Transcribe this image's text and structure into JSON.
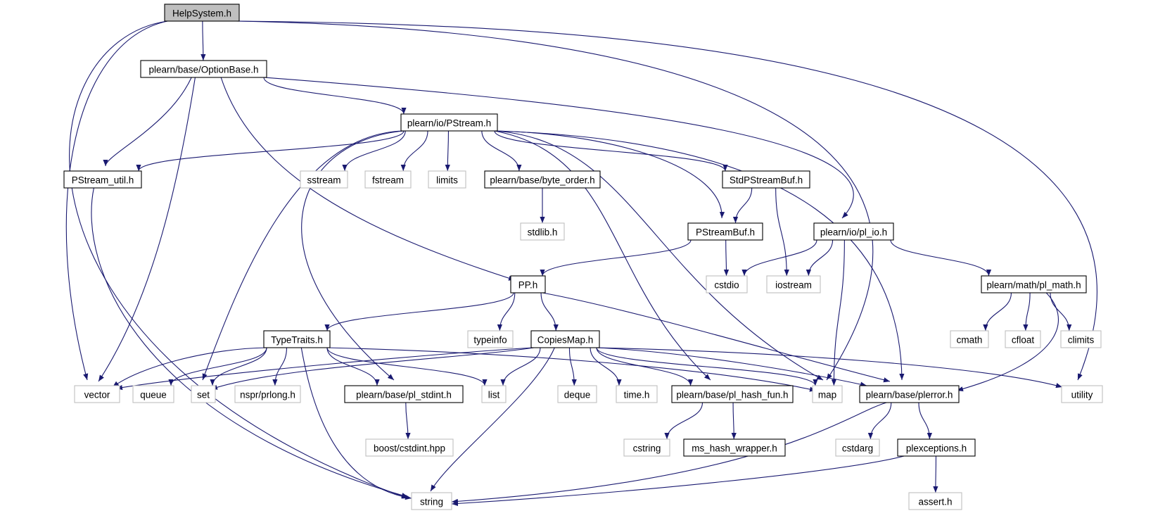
{
  "colors": {
    "edge": "#191970",
    "node_border": "#000000",
    "external_border": "#bfbfbf",
    "root_fill": "#bfbfbf",
    "fill": "#ffffff",
    "text": "#000000"
  },
  "nodes": [
    {
      "id": "helpsystem",
      "label": "HelpSystem.h",
      "kind": "root"
    },
    {
      "id": "optionbase",
      "label": "plearn/base/OptionBase.h",
      "kind": "file"
    },
    {
      "id": "pstream",
      "label": "plearn/io/PStream.h",
      "kind": "file"
    },
    {
      "id": "pstream_util",
      "label": "PStream_util.h",
      "kind": "file"
    },
    {
      "id": "sstream",
      "label": "sstream",
      "kind": "external"
    },
    {
      "id": "fstream",
      "label": "fstream",
      "kind": "external"
    },
    {
      "id": "limits",
      "label": "limits",
      "kind": "external"
    },
    {
      "id": "byte_order",
      "label": "plearn/base/byte_order.h",
      "kind": "file"
    },
    {
      "id": "stdpstreambuf",
      "label": "StdPStreamBuf.h",
      "kind": "file"
    },
    {
      "id": "stdlib",
      "label": "stdlib.h",
      "kind": "external"
    },
    {
      "id": "pstreambuf",
      "label": "PStreamBuf.h",
      "kind": "file"
    },
    {
      "id": "pl_io",
      "label": "plearn/io/pl_io.h",
      "kind": "file"
    },
    {
      "id": "pp",
      "label": "PP.h",
      "kind": "file"
    },
    {
      "id": "cstdio",
      "label": "cstdio",
      "kind": "external"
    },
    {
      "id": "iostream",
      "label": "iostream",
      "kind": "external"
    },
    {
      "id": "pl_math",
      "label": "plearn/math/pl_math.h",
      "kind": "file"
    },
    {
      "id": "typetraits",
      "label": "TypeTraits.h",
      "kind": "file"
    },
    {
      "id": "typeinfo",
      "label": "typeinfo",
      "kind": "external"
    },
    {
      "id": "copiesmap",
      "label": "CopiesMap.h",
      "kind": "file"
    },
    {
      "id": "cmath",
      "label": "cmath",
      "kind": "external"
    },
    {
      "id": "cfloat",
      "label": "cfloat",
      "kind": "external"
    },
    {
      "id": "climits",
      "label": "climits",
      "kind": "external"
    },
    {
      "id": "vector",
      "label": "vector",
      "kind": "external"
    },
    {
      "id": "queue",
      "label": "queue",
      "kind": "external"
    },
    {
      "id": "set",
      "label": "set",
      "kind": "external"
    },
    {
      "id": "prlong",
      "label": "nspr/prlong.h",
      "kind": "external"
    },
    {
      "id": "pl_stdint",
      "label": "plearn/base/pl_stdint.h",
      "kind": "file"
    },
    {
      "id": "list",
      "label": "list",
      "kind": "external"
    },
    {
      "id": "deque",
      "label": "deque",
      "kind": "external"
    },
    {
      "id": "timeh",
      "label": "time.h",
      "kind": "external"
    },
    {
      "id": "pl_hash_fun",
      "label": "plearn/base/pl_hash_fun.h",
      "kind": "file"
    },
    {
      "id": "map",
      "label": "map",
      "kind": "external"
    },
    {
      "id": "plerror",
      "label": "plearn/base/plerror.h",
      "kind": "file"
    },
    {
      "id": "utility",
      "label": "utility",
      "kind": "external"
    },
    {
      "id": "boost_cstdint",
      "label": "boost/cstdint.hpp",
      "kind": "external"
    },
    {
      "id": "cstring",
      "label": "cstring",
      "kind": "external"
    },
    {
      "id": "ms_hash_wrapper",
      "label": "ms_hash_wrapper.h",
      "kind": "file"
    },
    {
      "id": "cstdarg",
      "label": "cstdarg",
      "kind": "external"
    },
    {
      "id": "plexceptions",
      "label": "plexceptions.h",
      "kind": "file"
    },
    {
      "id": "string",
      "label": "string",
      "kind": "external"
    },
    {
      "id": "assert",
      "label": "assert.h",
      "kind": "external"
    }
  ],
  "edges": [
    [
      "helpsystem",
      "optionbase"
    ],
    [
      "helpsystem",
      "vector"
    ],
    [
      "helpsystem",
      "string"
    ],
    [
      "helpsystem",
      "map"
    ],
    [
      "helpsystem",
      "utility"
    ],
    [
      "optionbase",
      "pstream"
    ],
    [
      "optionbase",
      "pstream_util"
    ],
    [
      "optionbase",
      "vector"
    ],
    [
      "optionbase",
      "pp"
    ],
    [
      "optionbase",
      "pl_io"
    ],
    [
      "pstream",
      "pstream_util"
    ],
    [
      "pstream",
      "sstream"
    ],
    [
      "pstream",
      "fstream"
    ],
    [
      "pstream",
      "limits"
    ],
    [
      "pstream",
      "byte_order"
    ],
    [
      "pstream",
      "stdpstreambuf"
    ],
    [
      "pstream",
      "pstreambuf"
    ],
    [
      "pstream",
      "set"
    ],
    [
      "pstream",
      "pl_stdint"
    ],
    [
      "pstream",
      "pl_hash_fun"
    ],
    [
      "pstream",
      "map"
    ],
    [
      "pstream",
      "plerror"
    ],
    [
      "pstream_util",
      "string"
    ],
    [
      "byte_order",
      "stdlib"
    ],
    [
      "stdpstreambuf",
      "pstreambuf"
    ],
    [
      "stdpstreambuf",
      "iostream"
    ],
    [
      "pstreambuf",
      "pp"
    ],
    [
      "pstreambuf",
      "cstdio"
    ],
    [
      "pl_io",
      "cstdio"
    ],
    [
      "pl_io",
      "iostream"
    ],
    [
      "pl_io",
      "map"
    ],
    [
      "pl_io",
      "pl_math"
    ],
    [
      "pp",
      "typetraits"
    ],
    [
      "pp",
      "typeinfo"
    ],
    [
      "pp",
      "copiesmap"
    ],
    [
      "pp",
      "plerror"
    ],
    [
      "pl_math",
      "cmath"
    ],
    [
      "pl_math",
      "cfloat"
    ],
    [
      "pl_math",
      "climits"
    ],
    [
      "pl_math",
      "plerror"
    ],
    [
      "typetraits",
      "vector"
    ],
    [
      "typetraits",
      "queue"
    ],
    [
      "typetraits",
      "set"
    ],
    [
      "typetraits",
      "prlong"
    ],
    [
      "typetraits",
      "pl_stdint"
    ],
    [
      "typetraits",
      "list"
    ],
    [
      "typetraits",
      "map"
    ],
    [
      "typetraits",
      "string"
    ],
    [
      "copiesmap",
      "vector"
    ],
    [
      "copiesmap",
      "set"
    ],
    [
      "copiesmap",
      "list"
    ],
    [
      "copiesmap",
      "deque"
    ],
    [
      "copiesmap",
      "timeh"
    ],
    [
      "copiesmap",
      "pl_hash_fun"
    ],
    [
      "copiesmap",
      "map"
    ],
    [
      "copiesmap",
      "plerror"
    ],
    [
      "copiesmap",
      "utility"
    ],
    [
      "copiesmap",
      "string"
    ],
    [
      "pl_stdint",
      "boost_cstdint"
    ],
    [
      "pl_hash_fun",
      "cstring"
    ],
    [
      "pl_hash_fun",
      "ms_hash_wrapper"
    ],
    [
      "plerror",
      "cstdarg"
    ],
    [
      "plerror",
      "plexceptions"
    ],
    [
      "plerror",
      "string"
    ],
    [
      "plexceptions",
      "string"
    ],
    [
      "plexceptions",
      "assert"
    ]
  ]
}
